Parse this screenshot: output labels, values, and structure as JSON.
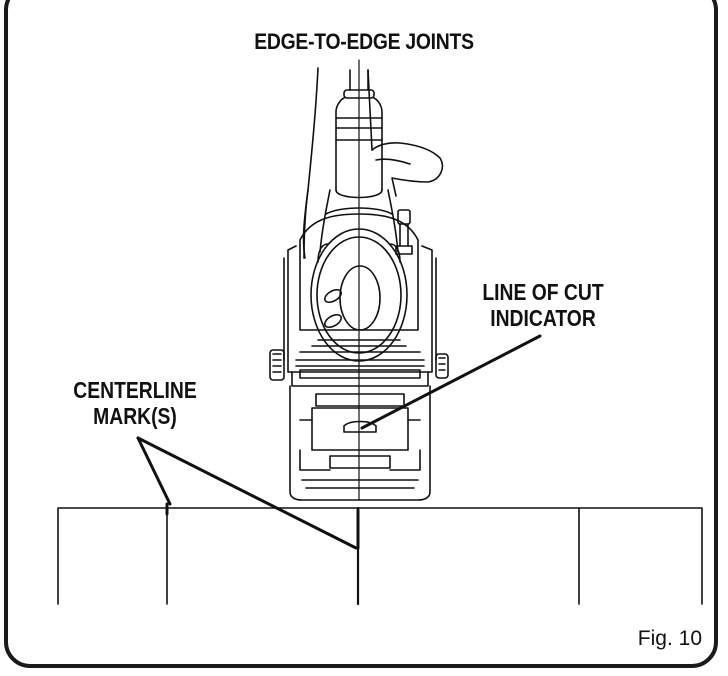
{
  "title": "EDGE-TO-EDGE JOINTS",
  "callouts": {
    "line_of_cut": [
      "LINE OF CUT",
      "INDICATOR"
    ],
    "centerline": [
      "CENTERLINE",
      "MARK(S)"
    ]
  },
  "figure_label": "Fig. 10",
  "colors": {
    "ink": "#111111",
    "frame": "#1a1a1a",
    "background": "#ffffff"
  }
}
